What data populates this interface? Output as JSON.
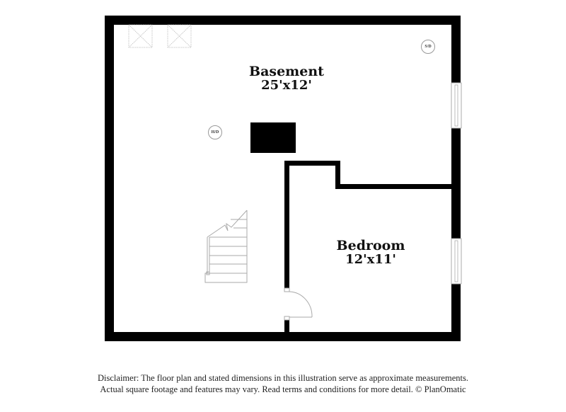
{
  "floor_plan": {
    "rooms": [
      {
        "name": "Basement",
        "dimensions": "25'x12'"
      },
      {
        "name": "Bedroom",
        "dimensions": "12'x11'"
      }
    ],
    "fixtures": {
      "smoke_detector": "S/D",
      "heat_detector": "H/D"
    }
  },
  "disclaimer": {
    "line1": "Disclaimer: The floor plan and stated dimensions in this illustration serve as approximate measurements.",
    "line2": "Actual square footage and features may vary. Read terms and conditions for more detail. © PlanOmatic"
  },
  "colors": {
    "wall": "#000000",
    "background": "#ffffff",
    "fixture_line": "#aaaaaa"
  }
}
